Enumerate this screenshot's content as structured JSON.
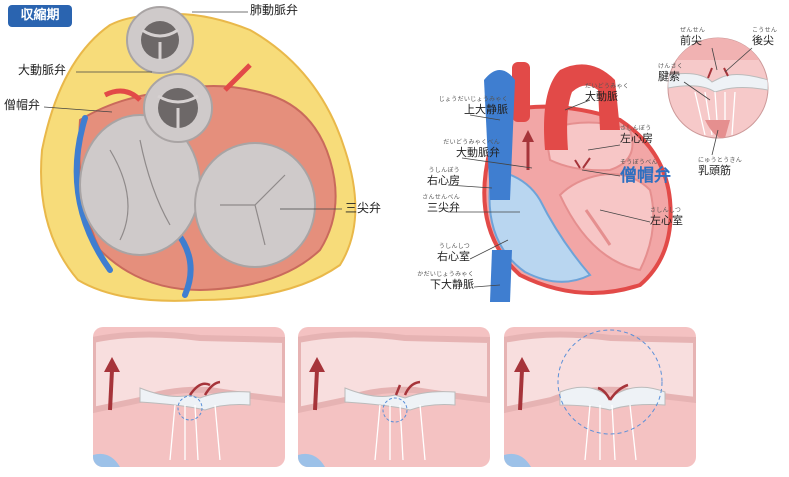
{
  "badge": {
    "label": "収縮期",
    "color": "#2a64b0"
  },
  "colors": {
    "pink_tissue": "#f4b8b8",
    "valve_gray": "#c9c4c4",
    "fat_yellow": "#f7dc7a",
    "artery_red": "#e24a48",
    "vein_blue": "#3f7ed0",
    "highlight_blue": "#2f6fc0"
  },
  "valve_view": {
    "pulmonary": "肺動脈弁",
    "aortic": "大動脈弁",
    "mitral": "僧帽弁",
    "tricuspid": "三尖弁"
  },
  "heart_view": {
    "svc": {
      "label": "上大静脈",
      "ruby": "じょうだいじょうみゃく"
    },
    "aortic_valve": {
      "label": "大動脈弁",
      "ruby": "だいどうみゃくべん"
    },
    "ra": {
      "label": "右心房",
      "ruby": "うしんぼう"
    },
    "tricuspid": {
      "label": "三尖弁",
      "ruby": "さんせんべん"
    },
    "rv": {
      "label": "右心室",
      "ruby": "うしんしつ"
    },
    "ivc": {
      "label": "下大静脈",
      "ruby": "かだいじょうみゃく"
    },
    "aorta": {
      "label": "大動脈",
      "ruby": "だいどうみゃく"
    },
    "la": {
      "label": "左心房",
      "ruby": "さしんぼう"
    },
    "mitral": {
      "label": "僧帽弁",
      "ruby": "そうぼうべん"
    },
    "lv": {
      "label": "左心室",
      "ruby": "さしんしつ"
    }
  },
  "detail_view": {
    "anterior": {
      "label": "前尖",
      "ruby": "ぜんせん"
    },
    "posterior": {
      "label": "後尖",
      "ruby": "こうせん"
    },
    "chordae": {
      "label": "腱索",
      "ruby": "けんさく"
    },
    "papillary": {
      "label": "乳頭筋",
      "ruby": "にゅうとうきん"
    }
  }
}
